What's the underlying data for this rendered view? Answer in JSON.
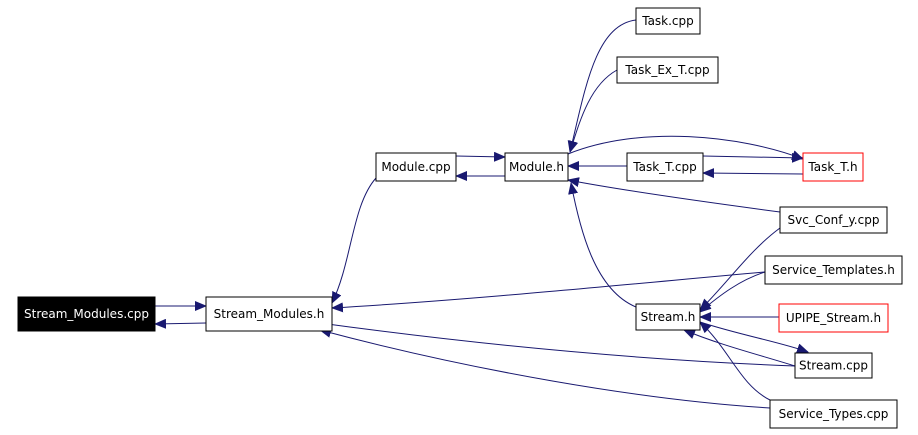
{
  "colors": {
    "edge": "#191970",
    "border_default": "#000000",
    "border_highlight": "#ff0000",
    "focus_fill": "#000000",
    "focus_text": "#ffffff",
    "node_fill": "#ffffff",
    "node_text": "#000000"
  },
  "nodes": [
    {
      "id": "stream_modules_cpp",
      "label": "Stream_Modules.cpp",
      "style": "focus"
    },
    {
      "id": "stream_modules_h",
      "label": "Stream_Modules.h",
      "style": "normal"
    },
    {
      "id": "module_cpp",
      "label": "Module.cpp",
      "style": "normal"
    },
    {
      "id": "module_h",
      "label": "Module.h",
      "style": "normal"
    },
    {
      "id": "task_cpp",
      "label": "Task.cpp",
      "style": "normal"
    },
    {
      "id": "task_ex_t_cpp",
      "label": "Task_Ex_T.cpp",
      "style": "normal"
    },
    {
      "id": "task_t_cpp",
      "label": "Task_T.cpp",
      "style": "normal"
    },
    {
      "id": "task_t_h",
      "label": "Task_T.h",
      "style": "highlight"
    },
    {
      "id": "svc_conf_y_cpp",
      "label": "Svc_Conf_y.cpp",
      "style": "normal"
    },
    {
      "id": "service_templates_h",
      "label": "Service_Templates.h",
      "style": "normal"
    },
    {
      "id": "stream_h",
      "label": "Stream.h",
      "style": "normal"
    },
    {
      "id": "upipe_stream_h",
      "label": "UPIPE_Stream.h",
      "style": "highlight"
    },
    {
      "id": "stream_cpp",
      "label": "Stream.cpp",
      "style": "normal"
    },
    {
      "id": "service_types_cpp",
      "label": "Service_Types.cpp",
      "style": "normal"
    }
  ]
}
